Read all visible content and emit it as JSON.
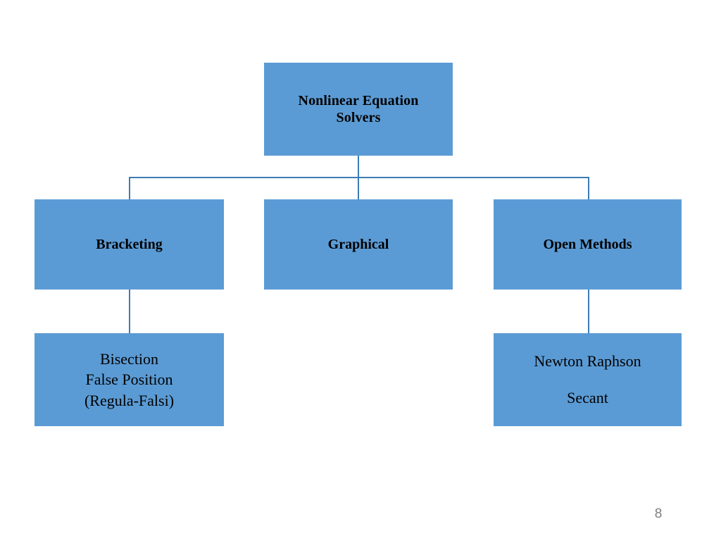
{
  "slide": {
    "page_number": "8",
    "background_color": "#FFFFFF",
    "node_fill_color": "#5B9BD5",
    "connector_color": "#3D7CB5",
    "text_color": "#000000",
    "page_number_color": "#7F7F7F"
  },
  "diagram": {
    "type": "hierarchy-tree",
    "root": {
      "id": "root",
      "label": "Nonlinear Equation\nSolvers",
      "bold": true
    },
    "level2": [
      {
        "id": "bracketing",
        "label": "Bracketing",
        "bold": true
      },
      {
        "id": "graphical",
        "label": "Graphical",
        "bold": true
      },
      {
        "id": "open-methods",
        "label": "Open Methods",
        "bold": true
      }
    ],
    "level3": [
      {
        "id": "bracketing-methods",
        "parent": "bracketing",
        "label": "Bisection\nFalse Position\n(Regula-Falsi)",
        "bold": false
      },
      {
        "id": "open-methods-list",
        "parent": "open-methods",
        "label": "Newton Raphson\nSecant",
        "bold": false
      }
    ],
    "edges": [
      {
        "from": "root",
        "to": "bracketing"
      },
      {
        "from": "root",
        "to": "graphical"
      },
      {
        "from": "root",
        "to": "open-methods"
      },
      {
        "from": "bracketing",
        "to": "bracketing-methods"
      },
      {
        "from": "open-methods",
        "to": "open-methods-list"
      }
    ]
  }
}
